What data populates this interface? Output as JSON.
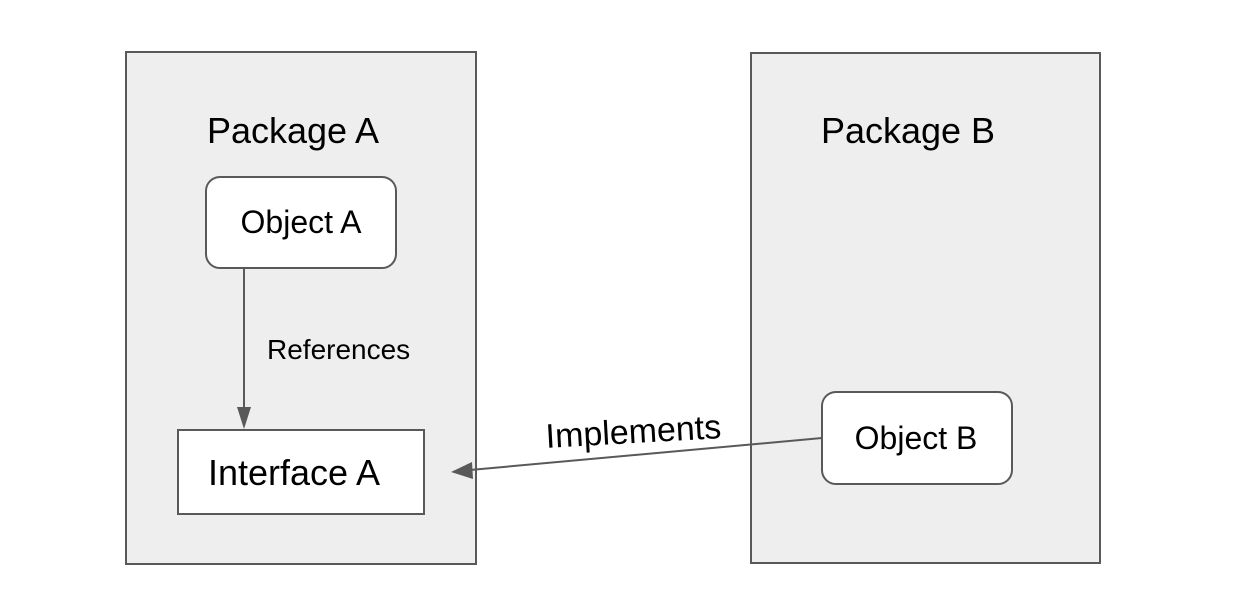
{
  "packages": {
    "a": {
      "label": "Package A"
    },
    "b": {
      "label": "Package B"
    }
  },
  "nodes": {
    "object_a": {
      "label": "Object A"
    },
    "interface_a": {
      "label": "Interface A"
    },
    "object_b": {
      "label": "Object B"
    }
  },
  "edges": {
    "references": {
      "label": "References",
      "from": "Object A",
      "to": "Interface A"
    },
    "implements": {
      "label": "Implements",
      "from": "Object B",
      "to": "Interface A"
    }
  },
  "colors": {
    "package_fill": "#eeeeee",
    "stroke": "#595959",
    "node_fill": "#ffffff",
    "text": "#000000"
  }
}
